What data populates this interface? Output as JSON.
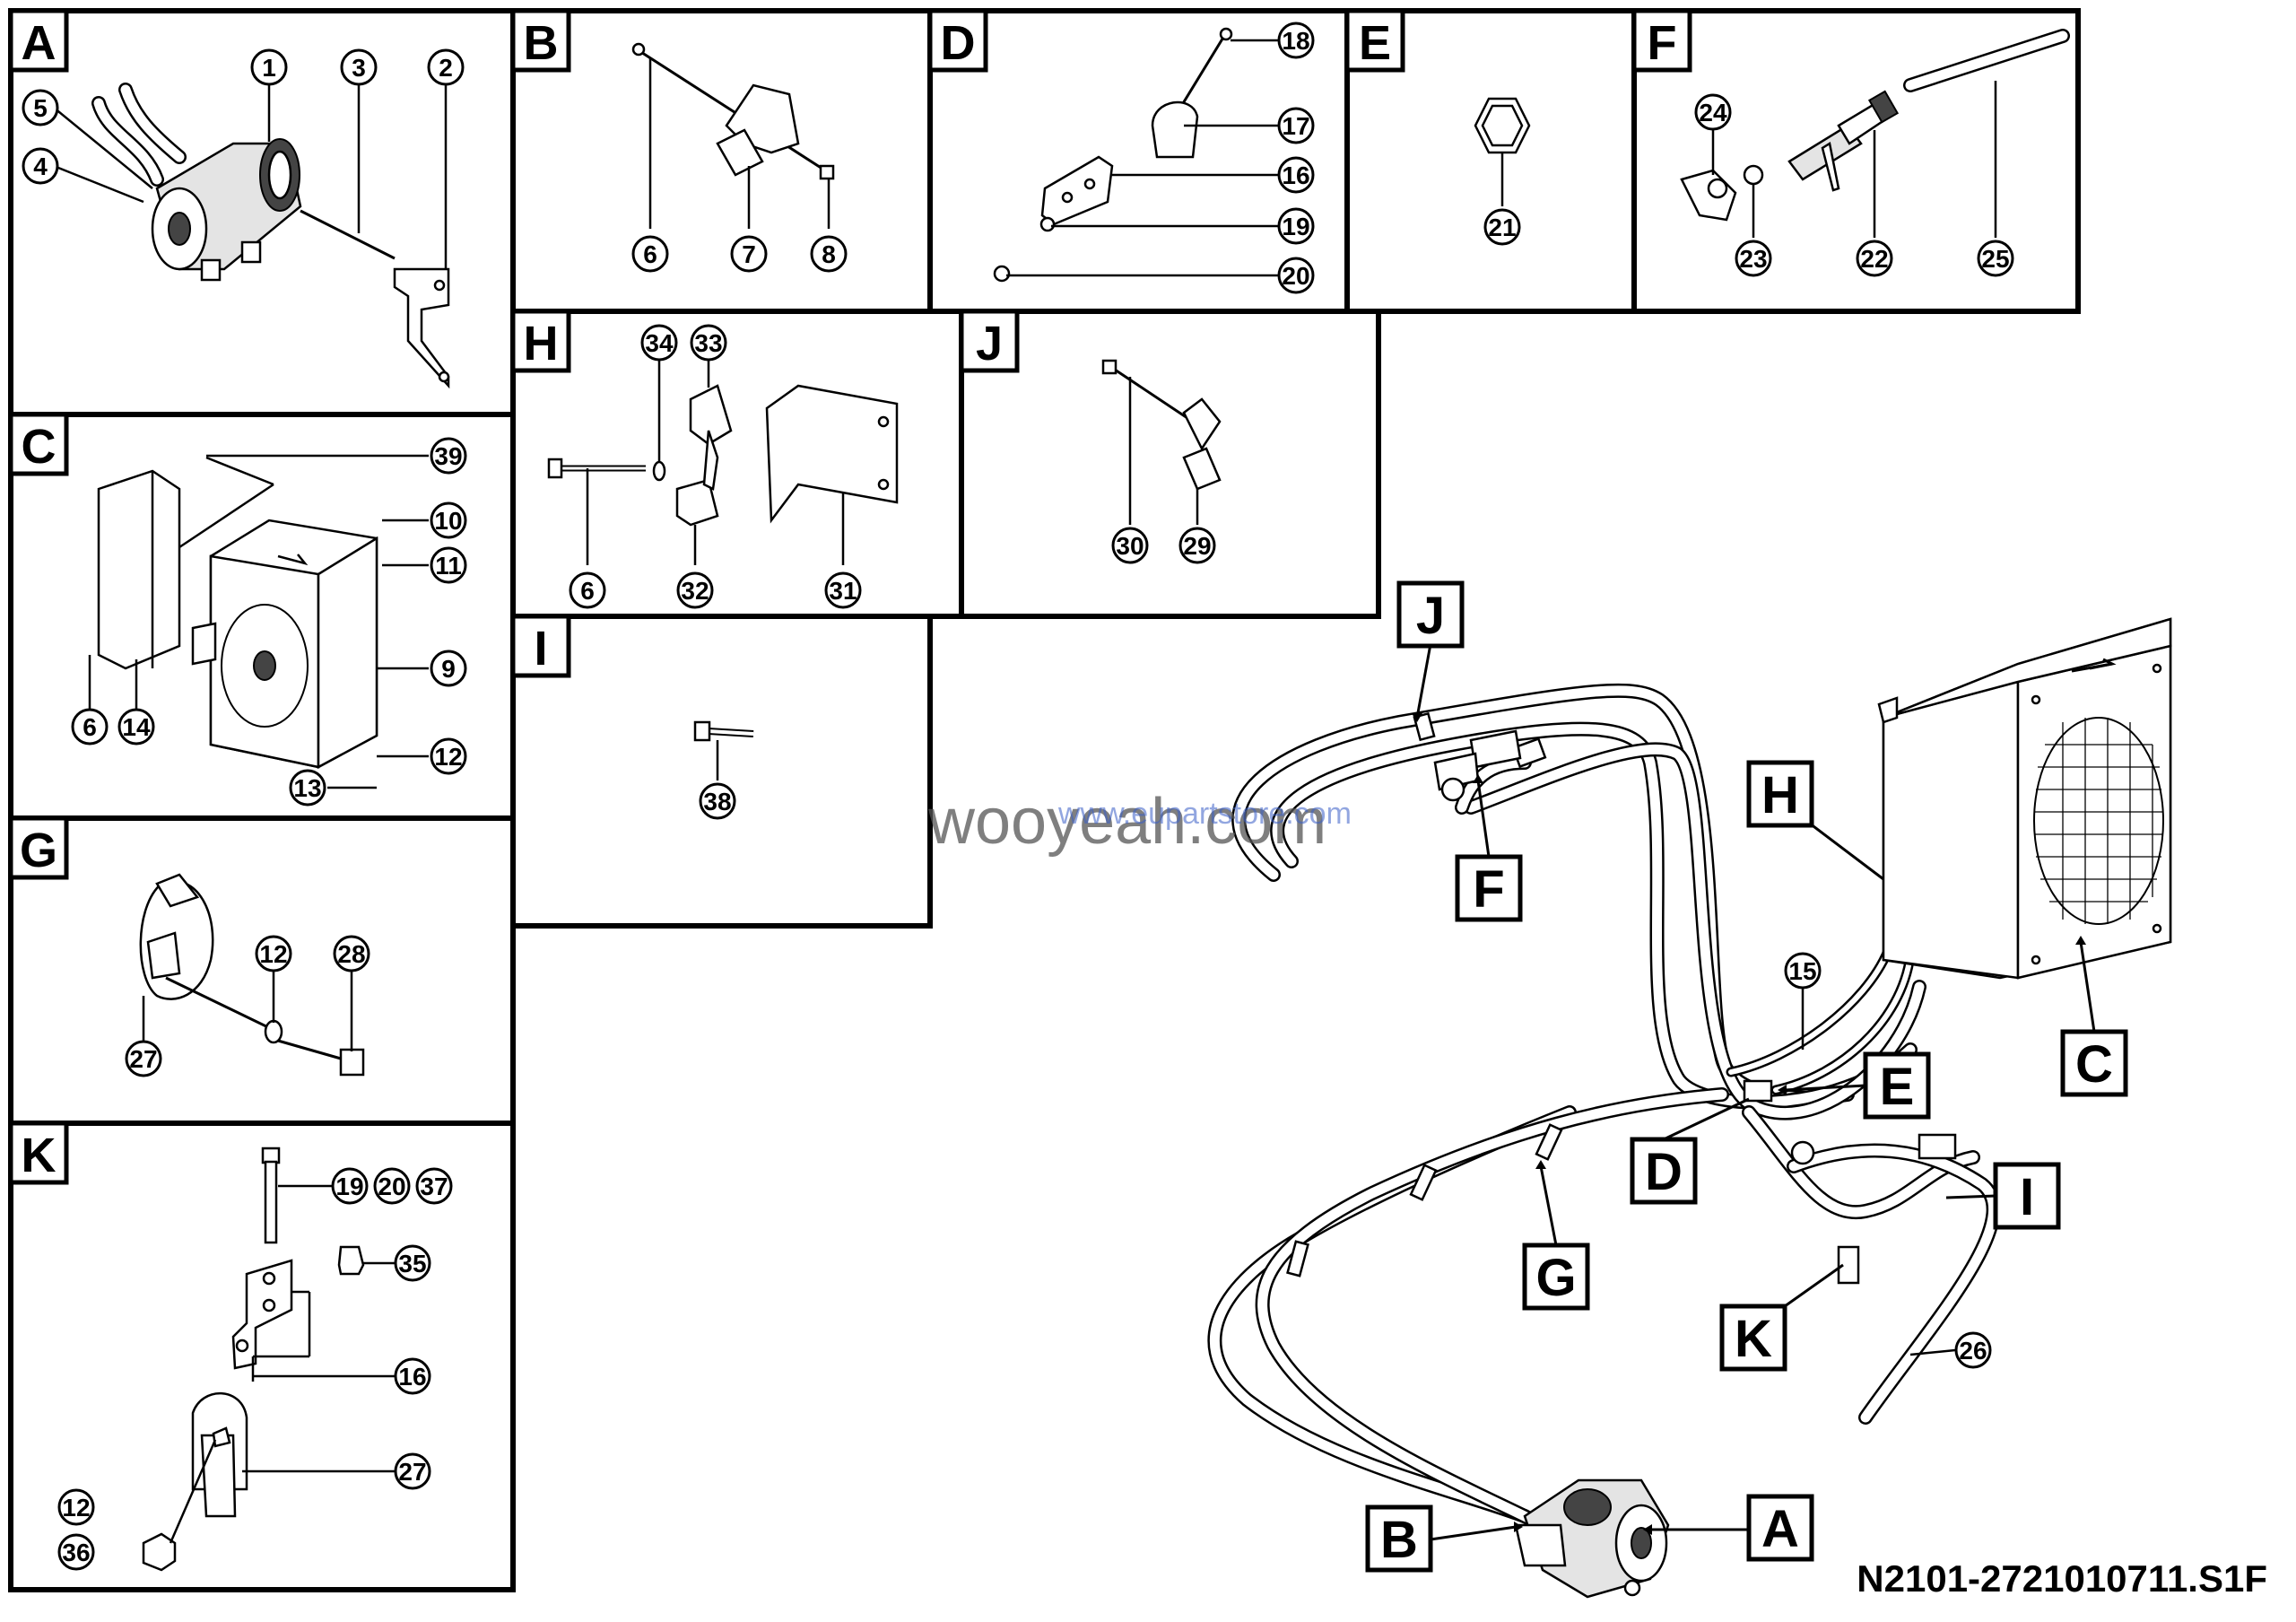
{
  "drawing_number": "N2101-2721010711.S1F",
  "watermark": {
    "main": "wooyeah.com",
    "sub": "www.eupartstore.com"
  },
  "panels": [
    {
      "id": "A",
      "callouts": [
        "1",
        "2",
        "3",
        "4",
        "5"
      ]
    },
    {
      "id": "B",
      "callouts": [
        "6",
        "7",
        "8"
      ]
    },
    {
      "id": "D",
      "callouts": [
        "18",
        "17",
        "16",
        "19",
        "20"
      ]
    },
    {
      "id": "E",
      "callouts": [
        "21"
      ]
    },
    {
      "id": "F",
      "callouts": [
        "24",
        "23",
        "22",
        "25"
      ]
    },
    {
      "id": "C",
      "callouts": [
        "39",
        "10",
        "11",
        "9",
        "12",
        "13",
        "6",
        "14"
      ]
    },
    {
      "id": "H",
      "callouts": [
        "34",
        "33",
        "6",
        "32",
        "31"
      ]
    },
    {
      "id": "J",
      "callouts": [
        "30",
        "29"
      ]
    },
    {
      "id": "I",
      "callouts": [
        "38"
      ]
    },
    {
      "id": "G",
      "callouts": [
        "12",
        "28",
        "27"
      ]
    },
    {
      "id": "K",
      "callouts": [
        "19",
        "20",
        "37",
        "35",
        "16",
        "27",
        "12",
        "36"
      ]
    }
  ],
  "main_view": {
    "tags": [
      "J",
      "F",
      "H",
      "C",
      "E",
      "D",
      "G",
      "I",
      "K",
      "B",
      "A"
    ],
    "callouts": [
      "15",
      "26"
    ]
  }
}
